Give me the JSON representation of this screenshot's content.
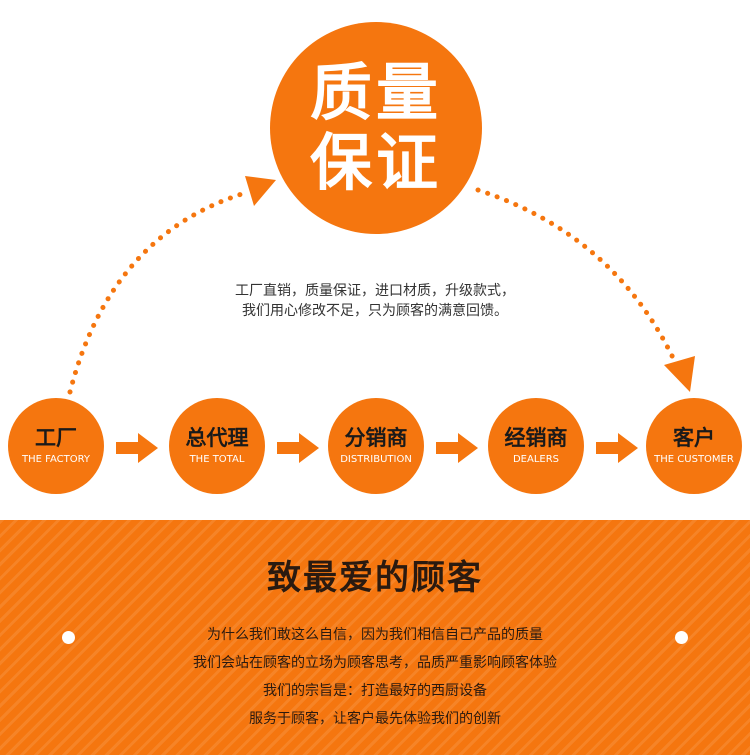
{
  "colors": {
    "accent": "#f5760f",
    "text_dark": "#1a1a1a",
    "white": "#ffffff"
  },
  "quality": {
    "line1": "质量",
    "line2": "保证"
  },
  "description": {
    "line1": "工厂直销，质量保证，进口材质，升级款式，",
    "line2": "我们用心修改不足，只为顾客的满意回馈。"
  },
  "flow": [
    {
      "cn": "工厂",
      "en": "THE FACTORY"
    },
    {
      "cn": "总代理",
      "en": "THE TOTAL"
    },
    {
      "cn": "分销商",
      "en": "DISTRIBUTION"
    },
    {
      "cn": "经销商",
      "en": "DEALERS"
    },
    {
      "cn": "客户",
      "en": "THE CUSTOMER"
    }
  ],
  "bottom": {
    "title": "致最爱的顾客",
    "lines": [
      "为什么我们敢这么自信，因为我们相信自己产品的质量",
      "我们会站在顾客的立场为顾客思考，品质严重影响顾客体验",
      "我们的宗旨是：打造最好的西厨设备",
      "服务于顾客，让客户最先体验我们的创新"
    ]
  }
}
